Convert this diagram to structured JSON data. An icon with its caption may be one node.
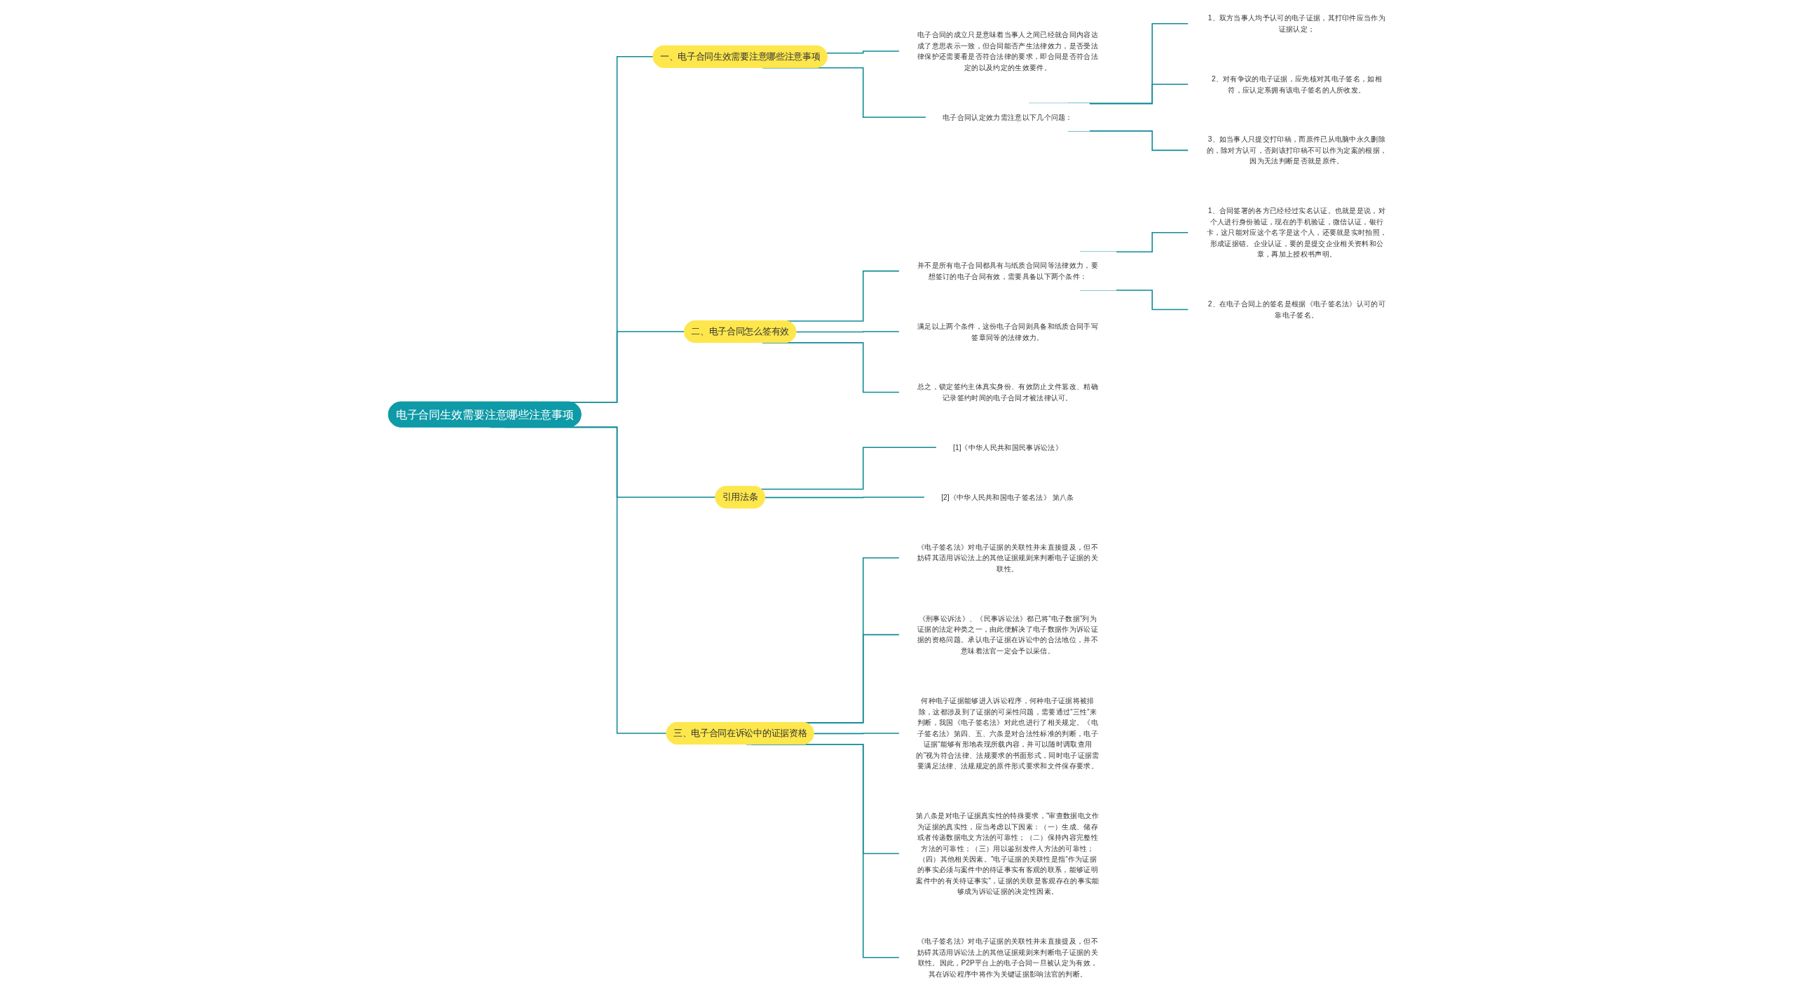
{
  "diagram": {
    "nodes": [
      {
        "text": [
          "电子合同生效需要注意哪些注意事项"
        ]
      },
      {
        "text": [
          "一、电子合同生效需要注意哪些注意事项"
        ]
      },
      {
        "text": [
          "电子合同的成立只是意味着当事人之间已经就合同内容达成了意思表示一致，但合同能否产生法律效力，是否受法律保护还需要看是否符合法律的要求，即合同是否符合法定的以及约定的生效要件。"
        ]
      },
      {
        "text": [
          "电子合同认定效力需注意以下几个问题："
        ]
      },
      {
        "text": [
          "1、双方当事人均予认可的电子证据，其打印件应当作为证据认定；"
        ]
      },
      {
        "text": [
          "2、对有争议的电子证据，应先核对其电子签名，如相符，应认定系拥有该电子签名的人所收发。"
        ]
      },
      {
        "text": [
          "3、如当事人只提交打印稿，而原件已从电脑中永久删除的，除对方认可，否则该打印稿不可以作为定案的根据，因为无法判断是否就是原件。"
        ]
      },
      {
        "text": [
          "二、电子合同怎么签有效"
        ]
      },
      {
        "text": [
          "并不是所有电子合同都具有与纸质合同同等法律效力，要想签订的电子合同有效，需要具备以下两个条件："
        ]
      },
      {
        "text": [
          "1、合同签署的各方已经经过实名认证。也就是是说，对个人进行身份验证，现在的手机验证，微信认证，银行卡，这只能对应这个名字是这个人，还要就是实时拍照，形成证据链。企业认证，要的是提交企业相关资料和公章，再加上授权书声明。"
        ]
      },
      {
        "text": [
          "2、在电子合同上的签名是根据《电子签名法》认可的可靠电子签名。"
        ]
      },
      {
        "text": [
          "满足以上两个条件，这份电子合同则具备和纸质合同手写签章同等的法律效力。"
        ]
      },
      {
        "text": [
          "总之，锁定签约主体真实身份、有效防止文件篡改、精确记录签约时间的电子合同才被法律认可。"
        ]
      },
      {
        "text": [
          "引用法条"
        ]
      },
      {
        "text": [
          "[1]《中华人民共和国民事诉讼法》"
        ]
      },
      {
        "text": [
          "[2]《中华人民共和国电子签名法》 第八条"
        ]
      },
      {
        "text": [
          "三、电子合同在诉讼中的证据资格"
        ]
      },
      {
        "text": [
          "《电子签名法》对电子证据的关联性并未直接提及，但不妨碍其适用诉讼法上的其他证据规则来判断电子证据的关联性。"
        ]
      },
      {
        "text": [
          "《刑事讼诉法》、《民事诉讼法》都已将“电子数据”列为证据的法定种类之一，由此便解决了电子数据作为诉讼证据的资格问题。承认电子证据在诉讼中的合法地位，并不意味着法官一定会予以采信。"
        ]
      },
      {
        "text": [
          "何种电子证据能够进入诉讼程序，何种电子证据将被排除，这都涉及到了证据的可采性问题，需要通过“三性”来判断，我国《电子签名法》对此也进行了相关规定。《电子签名法》第四、五、六条是对合法性标准的判断，电子证据“能够有形地表现所载内容，并可以随时调取查用的”视为符合法律、法规要求的书面形式，同时电子证据需要满足法律、法规规定的原件形式要求和文件保存要求。"
        ]
      },
      {
        "text": [
          "第八条是对电子证据真实性的特殊要求，“审查数据电文作为证据的真实性，应当考虑以下因素：（一）生成、储存或者传递数据电文方法的可靠性；（二）保持内容完整性方法的可靠性；（三）用以鉴别发件人方法的可靠性；（四）其他相关因素。”电子证据的关联性是指“作为证据的事实必须与案件中的待证事实有客观的联系，能够证明案件中的有关待证事实”，证据的关联是客观存在的事实能够成为诉讼证据的决定性因素。"
        ]
      },
      {
        "text": [
          "《电子签名法》对电子证据的关联性并未直接提及，但不妨碍其适用诉讼法上的其他证据规则来判断电子证据的关联性。因此，P2P平台上的电子合同一旦被认定为有效，其在诉讼程序中将作为关键证据影响法官的判断。"
        ]
      }
    ],
    "edges": [
      {
        "from": 0,
        "to": 1,
        "arrow": "none"
      },
      {
        "from": 1,
        "to": 2,
        "arrow": "none"
      },
      {
        "from": 1,
        "to": 3,
        "arrow": "none"
      },
      {
        "from": 3,
        "to": 4,
        "arrow": "none"
      },
      {
        "from": 3,
        "to": 5,
        "arrow": "none"
      },
      {
        "from": 3,
        "to": 6,
        "arrow": "none"
      },
      {
        "from": 0,
        "to": 7,
        "arrow": "none"
      },
      {
        "from": 7,
        "to": 8,
        "arrow": "none"
      },
      {
        "from": 8,
        "to": 9,
        "arrow": "none"
      },
      {
        "from": 8,
        "to": 10,
        "arrow": "none"
      },
      {
        "from": 7,
        "to": 11,
        "arrow": "none"
      },
      {
        "from": 7,
        "to": 12,
        "arrow": "none"
      },
      {
        "from": 0,
        "to": 13,
        "arrow": "none"
      },
      {
        "from": 13,
        "to": 14,
        "arrow": "none"
      },
      {
        "from": 13,
        "to": 15,
        "arrow": "none"
      },
      {
        "from": 0,
        "to": 16,
        "arrow": "none"
      },
      {
        "from": 16,
        "to": 17,
        "arrow": "none"
      },
      {
        "from": 16,
        "to": 18,
        "arrow": "none"
      },
      {
        "from": 16,
        "to": 19,
        "arrow": "none"
      },
      {
        "from": 16,
        "to": 20,
        "arrow": "none"
      },
      {
        "from": 16,
        "to": 21,
        "arrow": "none"
      }
    ]
  }
}
